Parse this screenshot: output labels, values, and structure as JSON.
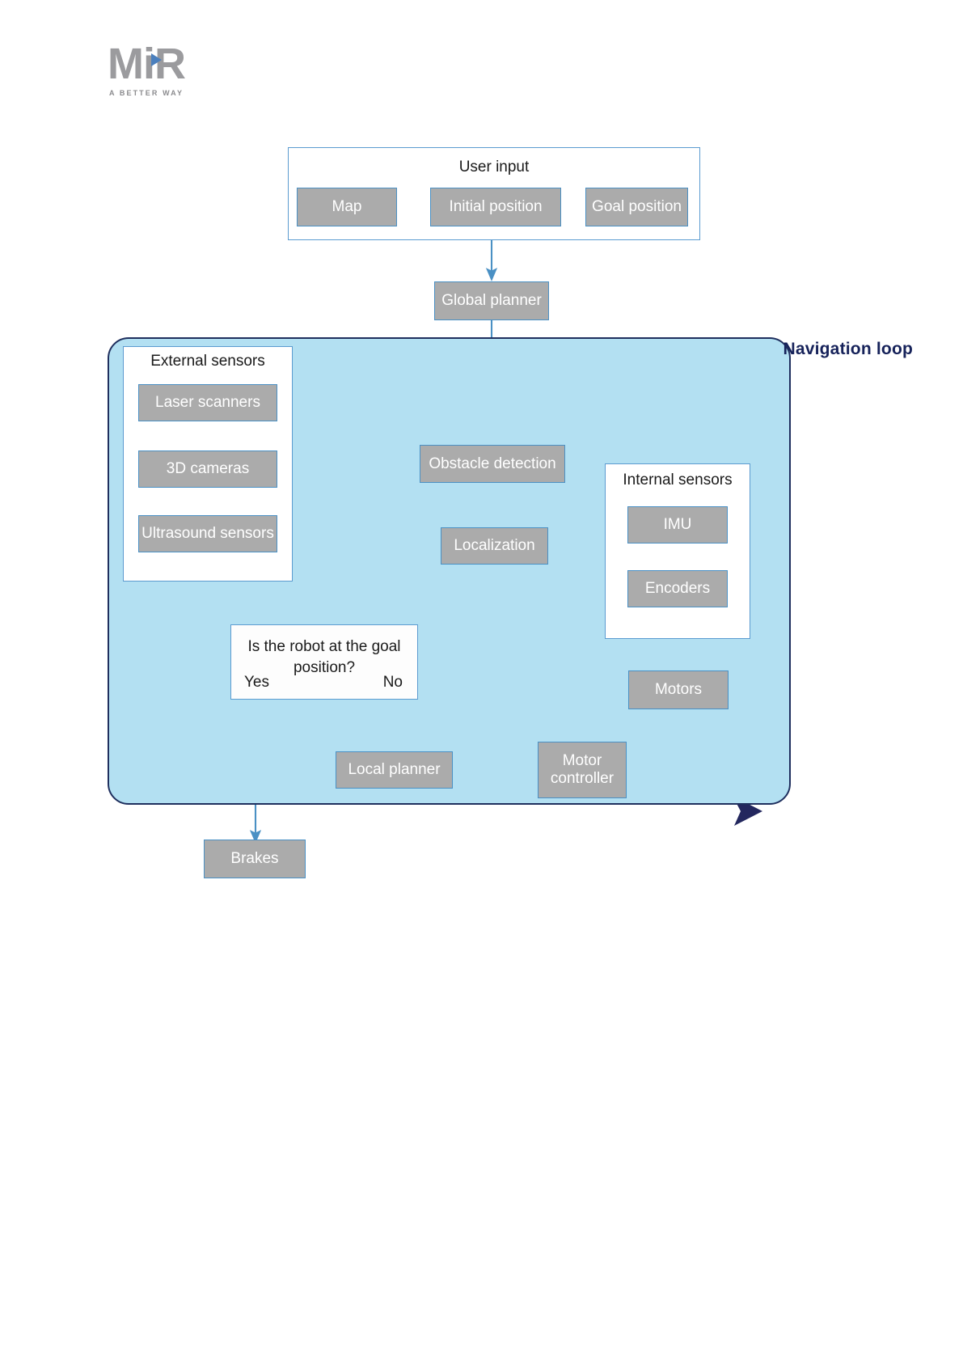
{
  "logo": {
    "name": "MiR",
    "wordmark_left": "M",
    "wordmark_right": "R",
    "wordmark_i": "i",
    "tagline": "A BETTER WAY"
  },
  "colors": {
    "node_fill": "#ababab",
    "node_border": "#4a90c4",
    "node_text": "#ffffff",
    "group_border": "#5b9bd0",
    "loop_fill": "#b3e0f2",
    "loop_border": "#1f2f5e",
    "loop_title_text": "#16225a",
    "arrow": "#4a90c4",
    "exit_arrow": "#23275e"
  },
  "user_input": {
    "title": "User input",
    "items": [
      {
        "label": "Map"
      },
      {
        "label": "Initial position"
      },
      {
        "label": "Goal position"
      }
    ]
  },
  "global_planner": {
    "label": "Global planner"
  },
  "navigation_loop": {
    "title": "Navigation loop",
    "external_sensors": {
      "title": "External sensors",
      "items": [
        {
          "label": "Laser scanners"
        },
        {
          "label": "3D cameras"
        },
        {
          "label": "Ultrasound sensors"
        }
      ]
    },
    "internal_sensors": {
      "title": "Internal sensors",
      "items": [
        {
          "label": "IMU"
        },
        {
          "label": "Encoders"
        }
      ]
    },
    "obstacle_detection": {
      "label": "Obstacle detection"
    },
    "localization": {
      "label": "Localization"
    },
    "decision": {
      "question_line1": "Is the robot at the goal",
      "question_line2": "position?",
      "yes_label": "Yes",
      "no_label": "No"
    },
    "local_planner": {
      "label": "Local planner"
    },
    "motor_controller": {
      "line1": "Motor",
      "line2": "controller"
    },
    "motors": {
      "label": "Motors"
    }
  },
  "brakes": {
    "label": "Brakes"
  },
  "chart_data": {
    "type": "diagram",
    "title": "MiR robot navigation flow",
    "nodes": [
      {
        "id": "user_input",
        "label": "User input",
        "kind": "group"
      },
      {
        "id": "map",
        "label": "Map",
        "kind": "process"
      },
      {
        "id": "initial_position",
        "label": "Initial position",
        "kind": "process"
      },
      {
        "id": "goal_position",
        "label": "Goal position",
        "kind": "process"
      },
      {
        "id": "global_planner",
        "label": "Global planner",
        "kind": "process"
      },
      {
        "id": "navigation_loop",
        "label": "Navigation loop",
        "kind": "container"
      },
      {
        "id": "external_sensors",
        "label": "External sensors",
        "kind": "group"
      },
      {
        "id": "laser_scanners",
        "label": "Laser scanners",
        "kind": "process"
      },
      {
        "id": "cameras_3d",
        "label": "3D cameras",
        "kind": "process"
      },
      {
        "id": "ultrasound_sensors",
        "label": "Ultrasound sensors",
        "kind": "process"
      },
      {
        "id": "obstacle_detection",
        "label": "Obstacle detection",
        "kind": "process"
      },
      {
        "id": "localization",
        "label": "Localization",
        "kind": "process"
      },
      {
        "id": "internal_sensors",
        "label": "Internal sensors",
        "kind": "group"
      },
      {
        "id": "imu",
        "label": "IMU",
        "kind": "process"
      },
      {
        "id": "encoders",
        "label": "Encoders",
        "kind": "process"
      },
      {
        "id": "decision",
        "label": "Is the robot at the goal position?",
        "kind": "decision"
      },
      {
        "id": "local_planner",
        "label": "Local planner",
        "kind": "process"
      },
      {
        "id": "motor_controller",
        "label": "Motor controller",
        "kind": "process"
      },
      {
        "id": "motors",
        "label": "Motors",
        "kind": "process"
      },
      {
        "id": "brakes",
        "label": "Brakes",
        "kind": "process"
      }
    ],
    "edges": [
      {
        "from": "user_input",
        "to": "global_planner",
        "label": ""
      },
      {
        "from": "global_planner",
        "to": "obstacle_detection",
        "label": ""
      },
      {
        "from": "external_sensors",
        "to": "obstacle_detection",
        "label": ""
      },
      {
        "from": "obstacle_detection",
        "to": "localization",
        "label": ""
      },
      {
        "from": "internal_sensors",
        "to": "localization",
        "label": ""
      },
      {
        "from": "localization",
        "to": "decision",
        "label": ""
      },
      {
        "from": "decision",
        "to": "brakes",
        "label": "Yes"
      },
      {
        "from": "decision",
        "to": "local_planner",
        "label": "No"
      },
      {
        "from": "local_planner",
        "to": "motor_controller",
        "label": ""
      },
      {
        "from": "motor_controller",
        "to": "motors",
        "label": ""
      },
      {
        "from": "motors",
        "to": "internal_sensors",
        "label": ""
      }
    ]
  }
}
